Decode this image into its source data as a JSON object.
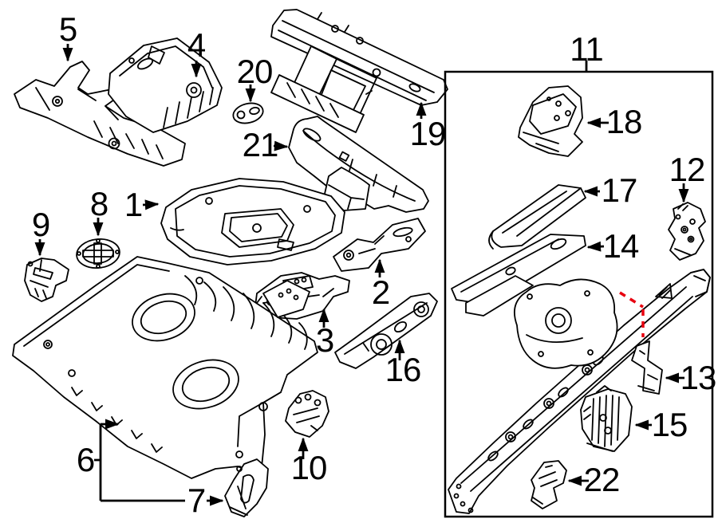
{
  "diagram": {
    "description": "Exploded line-art parts diagram (rear floor pan and rails) with numbered callouts",
    "colors": {
      "background": "#ffffff",
      "line": "#000000",
      "highlight_red": "#e8000f"
    },
    "inset_box": {
      "present": true
    },
    "callouts": {
      "c1": {
        "label": "1"
      },
      "c2": {
        "label": "2"
      },
      "c3": {
        "label": "3"
      },
      "c4": {
        "label": "4"
      },
      "c5": {
        "label": "5"
      },
      "c6": {
        "label": "6"
      },
      "c7": {
        "label": "7"
      },
      "c8": {
        "label": "8"
      },
      "c9": {
        "label": "9"
      },
      "c10": {
        "label": "10"
      },
      "c11": {
        "label": "11"
      },
      "c12": {
        "label": "12"
      },
      "c13": {
        "label": "13"
      },
      "c14": {
        "label": "14"
      },
      "c15": {
        "label": "15"
      },
      "c16": {
        "label": "16"
      },
      "c17": {
        "label": "17"
      },
      "c18": {
        "label": "18"
      },
      "c19": {
        "label": "19"
      },
      "c20": {
        "label": "20"
      },
      "c21": {
        "label": "21"
      },
      "c22": {
        "label": "22"
      }
    }
  }
}
